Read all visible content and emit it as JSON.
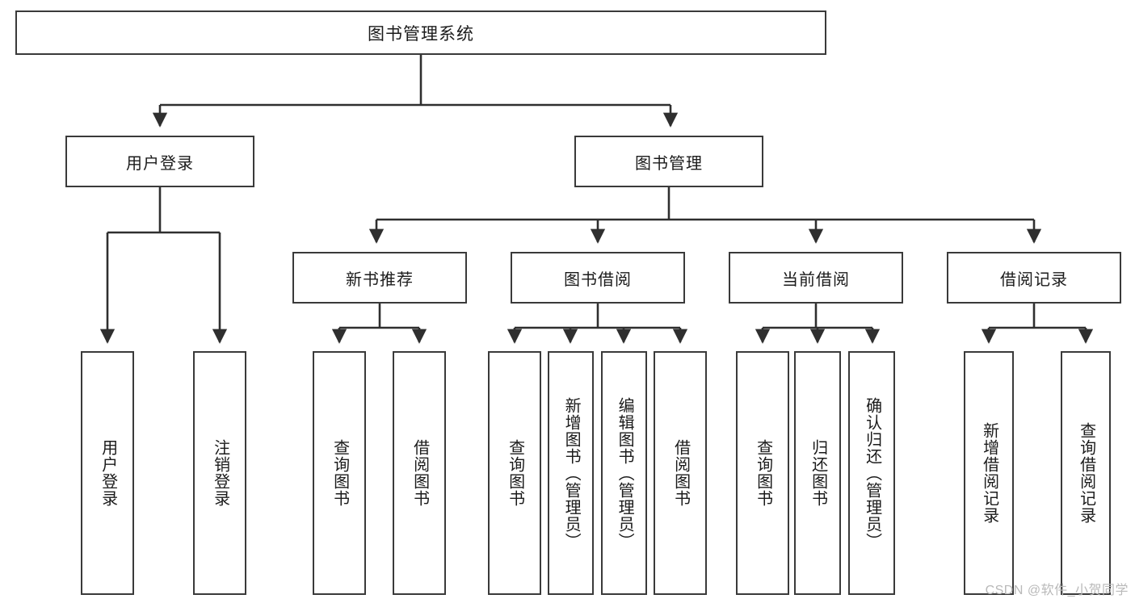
{
  "diagram": {
    "title": "图书管理系统",
    "type": "tree-hierarchy",
    "root": {
      "id": "root",
      "label": "图书管理系统"
    },
    "level2": [
      {
        "id": "user-login",
        "label": "用户登录"
      },
      {
        "id": "book-management",
        "label": "图书管理"
      }
    ],
    "level3": [
      {
        "id": "new-book-recommend",
        "label": "新书推荐",
        "parent": "book-management"
      },
      {
        "id": "book-borrow",
        "label": "图书借阅",
        "parent": "book-management"
      },
      {
        "id": "current-borrow",
        "label": "当前借阅",
        "parent": "book-management"
      },
      {
        "id": "borrow-record",
        "label": "借阅记录",
        "parent": "book-management"
      }
    ],
    "leaves": [
      {
        "id": "leaf-user-login",
        "label": "用户登录",
        "parent": "user-login"
      },
      {
        "id": "leaf-logout-login",
        "label": "注销登录",
        "parent": "user-login"
      },
      {
        "id": "leaf-query-book-1",
        "label": "查询图书",
        "parent": "new-book-recommend"
      },
      {
        "id": "leaf-borrow-book-1",
        "label": "借阅图书",
        "parent": "new-book-recommend"
      },
      {
        "id": "leaf-query-book-2",
        "label": "查询图书",
        "parent": "book-borrow"
      },
      {
        "id": "leaf-add-book",
        "label": "新增图书（管理员）",
        "parent": "book-borrow"
      },
      {
        "id": "leaf-edit-book",
        "label": "编辑图书（管理员）",
        "parent": "book-borrow"
      },
      {
        "id": "leaf-borrow-book-2",
        "label": "借阅图书",
        "parent": "book-borrow"
      },
      {
        "id": "leaf-query-book-3",
        "label": "查询图书",
        "parent": "current-borrow"
      },
      {
        "id": "leaf-return-book",
        "label": "归还图书",
        "parent": "current-borrow"
      },
      {
        "id": "leaf-confirm-return",
        "label": "确认归还（管理员）",
        "parent": "current-borrow"
      },
      {
        "id": "leaf-add-record",
        "label": "新增借阅记录",
        "parent": "borrow-record"
      },
      {
        "id": "leaf-query-record",
        "label": "查询借阅记录",
        "parent": "borrow-record"
      }
    ]
  },
  "watermark": {
    "text": "CSDN @软件_小贺同学"
  },
  "colors": {
    "border": "#3a3a3a",
    "text": "#1b1b1b",
    "background": "#ffffff",
    "watermark": "#b9b9b9"
  }
}
